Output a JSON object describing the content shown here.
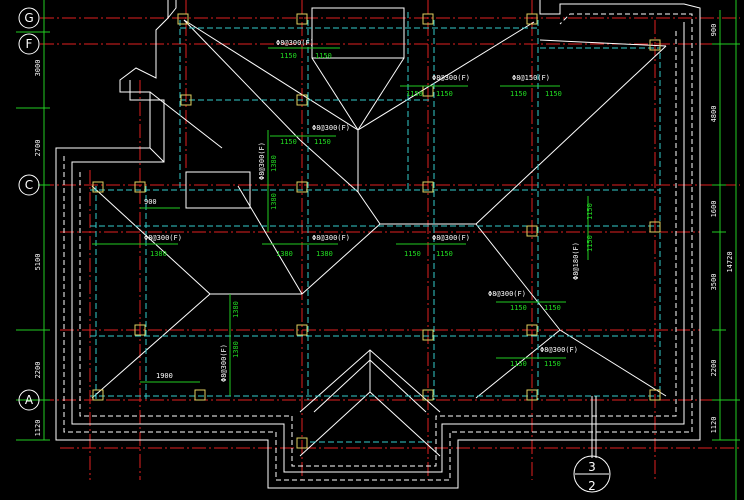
{
  "axes": {
    "left": [
      "G",
      "F",
      "C",
      "A"
    ],
    "bottom": "3",
    "bottom_sub": "2"
  },
  "left_dims": [
    "3000",
    "2700",
    "5100",
    "2200",
    "1120"
  ],
  "right_dims": [
    "900",
    "4800",
    "1600",
    "3500",
    "2200",
    "1120"
  ],
  "right_total": "14720",
  "labels": {
    "r1": "Φ8@300(F)",
    "r2": "Φ8@300(F)",
    "r3": "Φ8@150(F)",
    "r4": "Φ8@300(F)",
    "r5": "Φ8@300(F)",
    "r6": "Φ8@300(F)",
    "r7": "Φ8@300(F)",
    "r8": "Φ8@300(F)",
    "r9": "Φ8@300(F)",
    "r10": "Φ8@180(F)",
    "r11": "Φ8@300(F)",
    "r12": "Φ8@300(F)",
    "r13": "Φ8@300(F)"
  },
  "dims": {
    "d1": "1150",
    "d2": "1150",
    "d3": "1150",
    "d4": "1150",
    "d5": "1150",
    "d6": "1150",
    "d7": "1150",
    "d8": "1150",
    "d9": "1380",
    "d10": "1380",
    "d11": "1380",
    "d12": "1380",
    "d13": "1380",
    "d14": "1150",
    "d15": "1150",
    "d16": "1150",
    "d17": "1150",
    "d18": "1150",
    "d19": "1150",
    "d20": "1150",
    "d21": "1150",
    "d22": "1150",
    "d23": "1150",
    "d24": "1380",
    "d25": "1380",
    "w900": "900",
    "w1900": "1900"
  },
  "colors": {
    "background": "#000000",
    "wall": "#ffffff",
    "axis_line": "#e02020",
    "beam": "#33cccc",
    "dimension": "#22cc22",
    "column": "#e0d060"
  }
}
